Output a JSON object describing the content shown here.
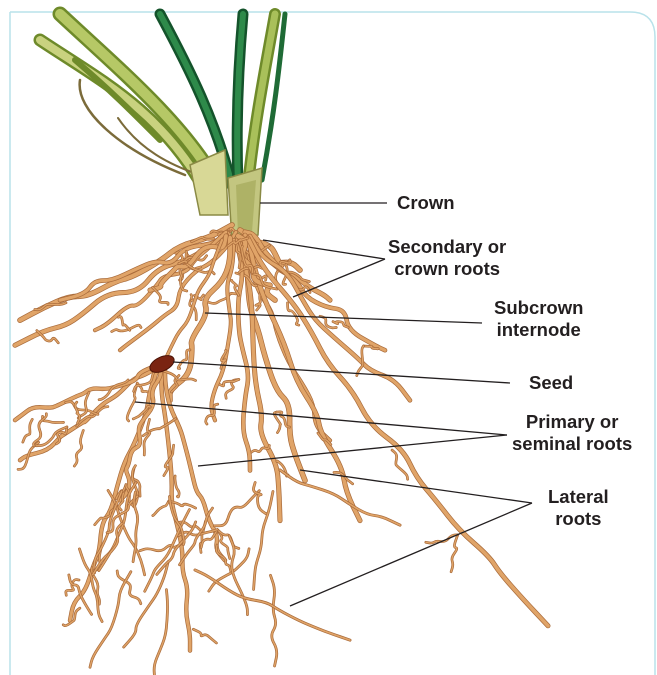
{
  "figure": {
    "labels": {
      "crown": [
        "Crown"
      ],
      "secondary_roots": [
        "Secondary or",
        "crown roots"
      ],
      "subcrown_internode": [
        "Subcrown",
        "internode"
      ],
      "seed": [
        "Seed"
      ],
      "primary_roots": [
        "Primary or",
        "seminal roots"
      ],
      "lateral_roots": [
        "Lateral",
        "roots"
      ]
    },
    "colors": {
      "frame": "#b9e2ea",
      "leaf_dark": "#1f6b36",
      "leaf_light": "#9fb64a",
      "sheath": "#c3c680",
      "crown": "#b8ba6a",
      "root": "#e0a468",
      "root_outline": "#a86a3a",
      "seed": "#7a2412",
      "leader": "#231f20"
    }
  }
}
